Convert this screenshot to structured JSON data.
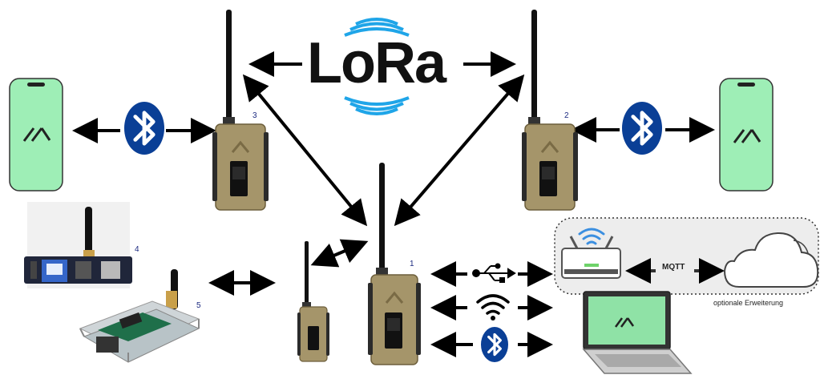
{
  "logo": {
    "text": "LoRa"
  },
  "devices": [
    {
      "id": "node-3",
      "number": "3"
    },
    {
      "id": "node-2",
      "number": "2"
    },
    {
      "id": "node-1",
      "number": "1"
    },
    {
      "id": "board-4",
      "number": "4"
    },
    {
      "id": "board-5",
      "number": "5"
    }
  ],
  "connections": {
    "mqtt_label": "MQTT",
    "optional_label": "optionale Erweiterung"
  },
  "icons": {
    "phone": "smartphone-app-icon",
    "bluetooth": "bluetooth-icon",
    "usb": "usb-icon",
    "wifi": "wifi-icon",
    "router": "router-icon",
    "cloud": "cloud-icon",
    "laptop": "laptop-icon",
    "lora_wave": "lora-signal-icon"
  },
  "colors": {
    "bluetooth_blue": "#0a3f96",
    "phone_green": "#9eeeb6",
    "device_tan": "#a5956a",
    "wifi_blue": "#3b8fe0",
    "optional_area": "#ededed"
  }
}
